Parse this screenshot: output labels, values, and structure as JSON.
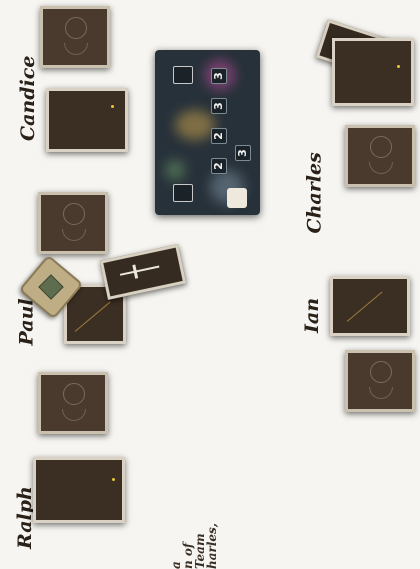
{
  "players": {
    "ralph": "Ralph",
    "paul": "Paul",
    "candice": "Candice",
    "charles": "Charles",
    "ian": "Ian"
  },
  "board": {
    "slots": [
      "3",
      "3",
      "2",
      "2",
      "3"
    ]
  },
  "rules_text": {
    "line1": "a",
    "line2": "n of",
    "line3": "Team",
    "line4": "harles,"
  },
  "colors": {
    "card_face": "#3b2e23",
    "card_back": "#4a3a2e",
    "card_border": "#d9d2c4",
    "dot": "#e7c73a",
    "token": "#bfae85"
  }
}
